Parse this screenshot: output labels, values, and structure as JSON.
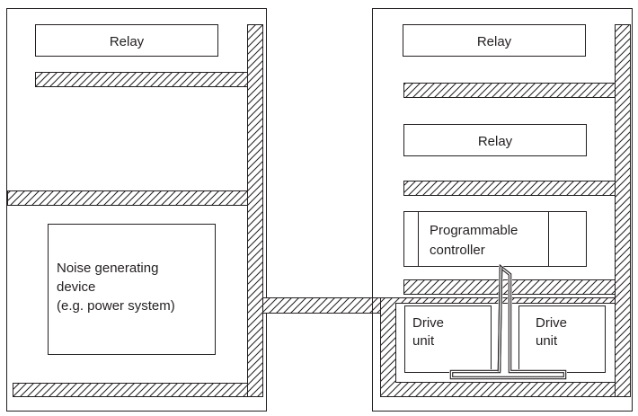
{
  "left_panel": {
    "relay_label": "Relay",
    "noise_device_lines": [
      "Noise generating",
      "device",
      "(e.g. power system)"
    ]
  },
  "right_panel": {
    "relay_top_label": "Relay",
    "relay_middle_label": "Relay",
    "plc_lines": [
      "Programmable",
      "controller"
    ],
    "drive_unit_left_lines": [
      "Drive",
      "unit"
    ],
    "drive_unit_right_lines": [
      "Drive",
      "unit"
    ]
  },
  "colors": {
    "line": "#231f20",
    "background": "#ffffff"
  }
}
